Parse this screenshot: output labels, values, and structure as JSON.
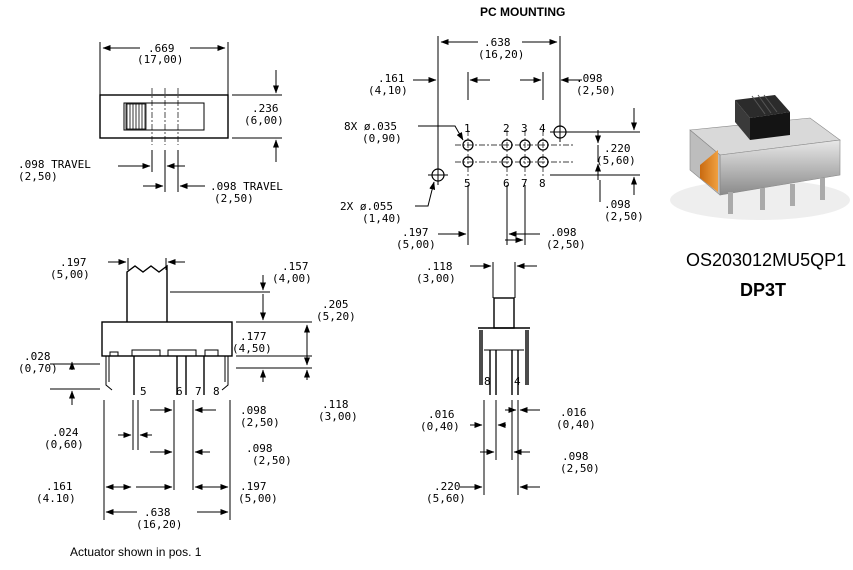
{
  "header": {
    "pc_mounting": "PC MOUNTING"
  },
  "product": {
    "part_number": "OS203012MU5QP1",
    "type": "DP3T"
  },
  "footer": {
    "note": "Actuator shown in pos. 1"
  },
  "top_view": {
    "width_in": ".669",
    "width_mm": "(17,00)",
    "height_in": ".236",
    "height_mm": "(6,00)",
    "travel_left_in": ".098 TRAVEL",
    "travel_left_mm": "(2,50)",
    "travel_right_in": ".098 TRAVEL",
    "travel_right_mm": "(2,50)"
  },
  "pc_mounting": {
    "span_in": ".638",
    "span_mm": "(16,20)",
    "left_in": ".161",
    "left_mm": "(4,10)",
    "right_pitch_in": ".098",
    "right_pitch_mm": "(2,50)",
    "hole8_in": "8X ø.035",
    "hole8_mm": "(0,90)",
    "hole2_in": "2X ø.055",
    "hole2_mm": "(1,40)",
    "row_in": ".220",
    "row_mm": "(5,60)",
    "row_pitch_in": ".098",
    "row_pitch_mm": "(2,50)",
    "gap_in": ".197",
    "gap_mm": "(5,00)",
    "pitch_in": ".098",
    "pitch_mm": "(2,50)",
    "pins_top": [
      "1",
      "2",
      "3",
      "4"
    ],
    "pins_bottom": [
      "5",
      "6",
      "7",
      "8"
    ]
  },
  "front_view": {
    "act_w_in": ".197",
    "act_w_mm": "(5,00)",
    "act_h_in": ".157",
    "act_h_mm": "(4,00)",
    "body_h_in": ".205",
    "body_h_mm": "(5,20)",
    "body_h2_in": ".177",
    "body_h2_mm": "(4,50)",
    "off_in": ".028",
    "off_mm": "(0,70)",
    "pin_len_in": ".118",
    "pin_len_mm": "(3,00)",
    "pin_w_in": ".024",
    "pin_w_mm": "(0,60)",
    "pitch1_in": ".098",
    "pitch1_mm": "(2,50)",
    "pitch2_in": ".098",
    "pitch2_mm": "(2,50)",
    "left_in": ".161",
    "left_mm": "(4.10)",
    "right_in": ".197",
    "right_mm": "(5,00)",
    "span_in": ".638",
    "span_mm": "(16,20)",
    "pin_labels": [
      "5",
      "6",
      "7",
      "8"
    ]
  },
  "side_view": {
    "act_in": ".118",
    "act_mm": "(3,00)",
    "pin_a_in": ".016",
    "pin_a_mm": "(0,40)",
    "pin_b_in": ".016",
    "pin_b_mm": "(0,40)",
    "pitch_in": ".098",
    "pitch_mm": "(2,50)",
    "width_in": ".220",
    "width_mm": "(5,60)",
    "pin_labels": [
      "8",
      "4"
    ]
  }
}
